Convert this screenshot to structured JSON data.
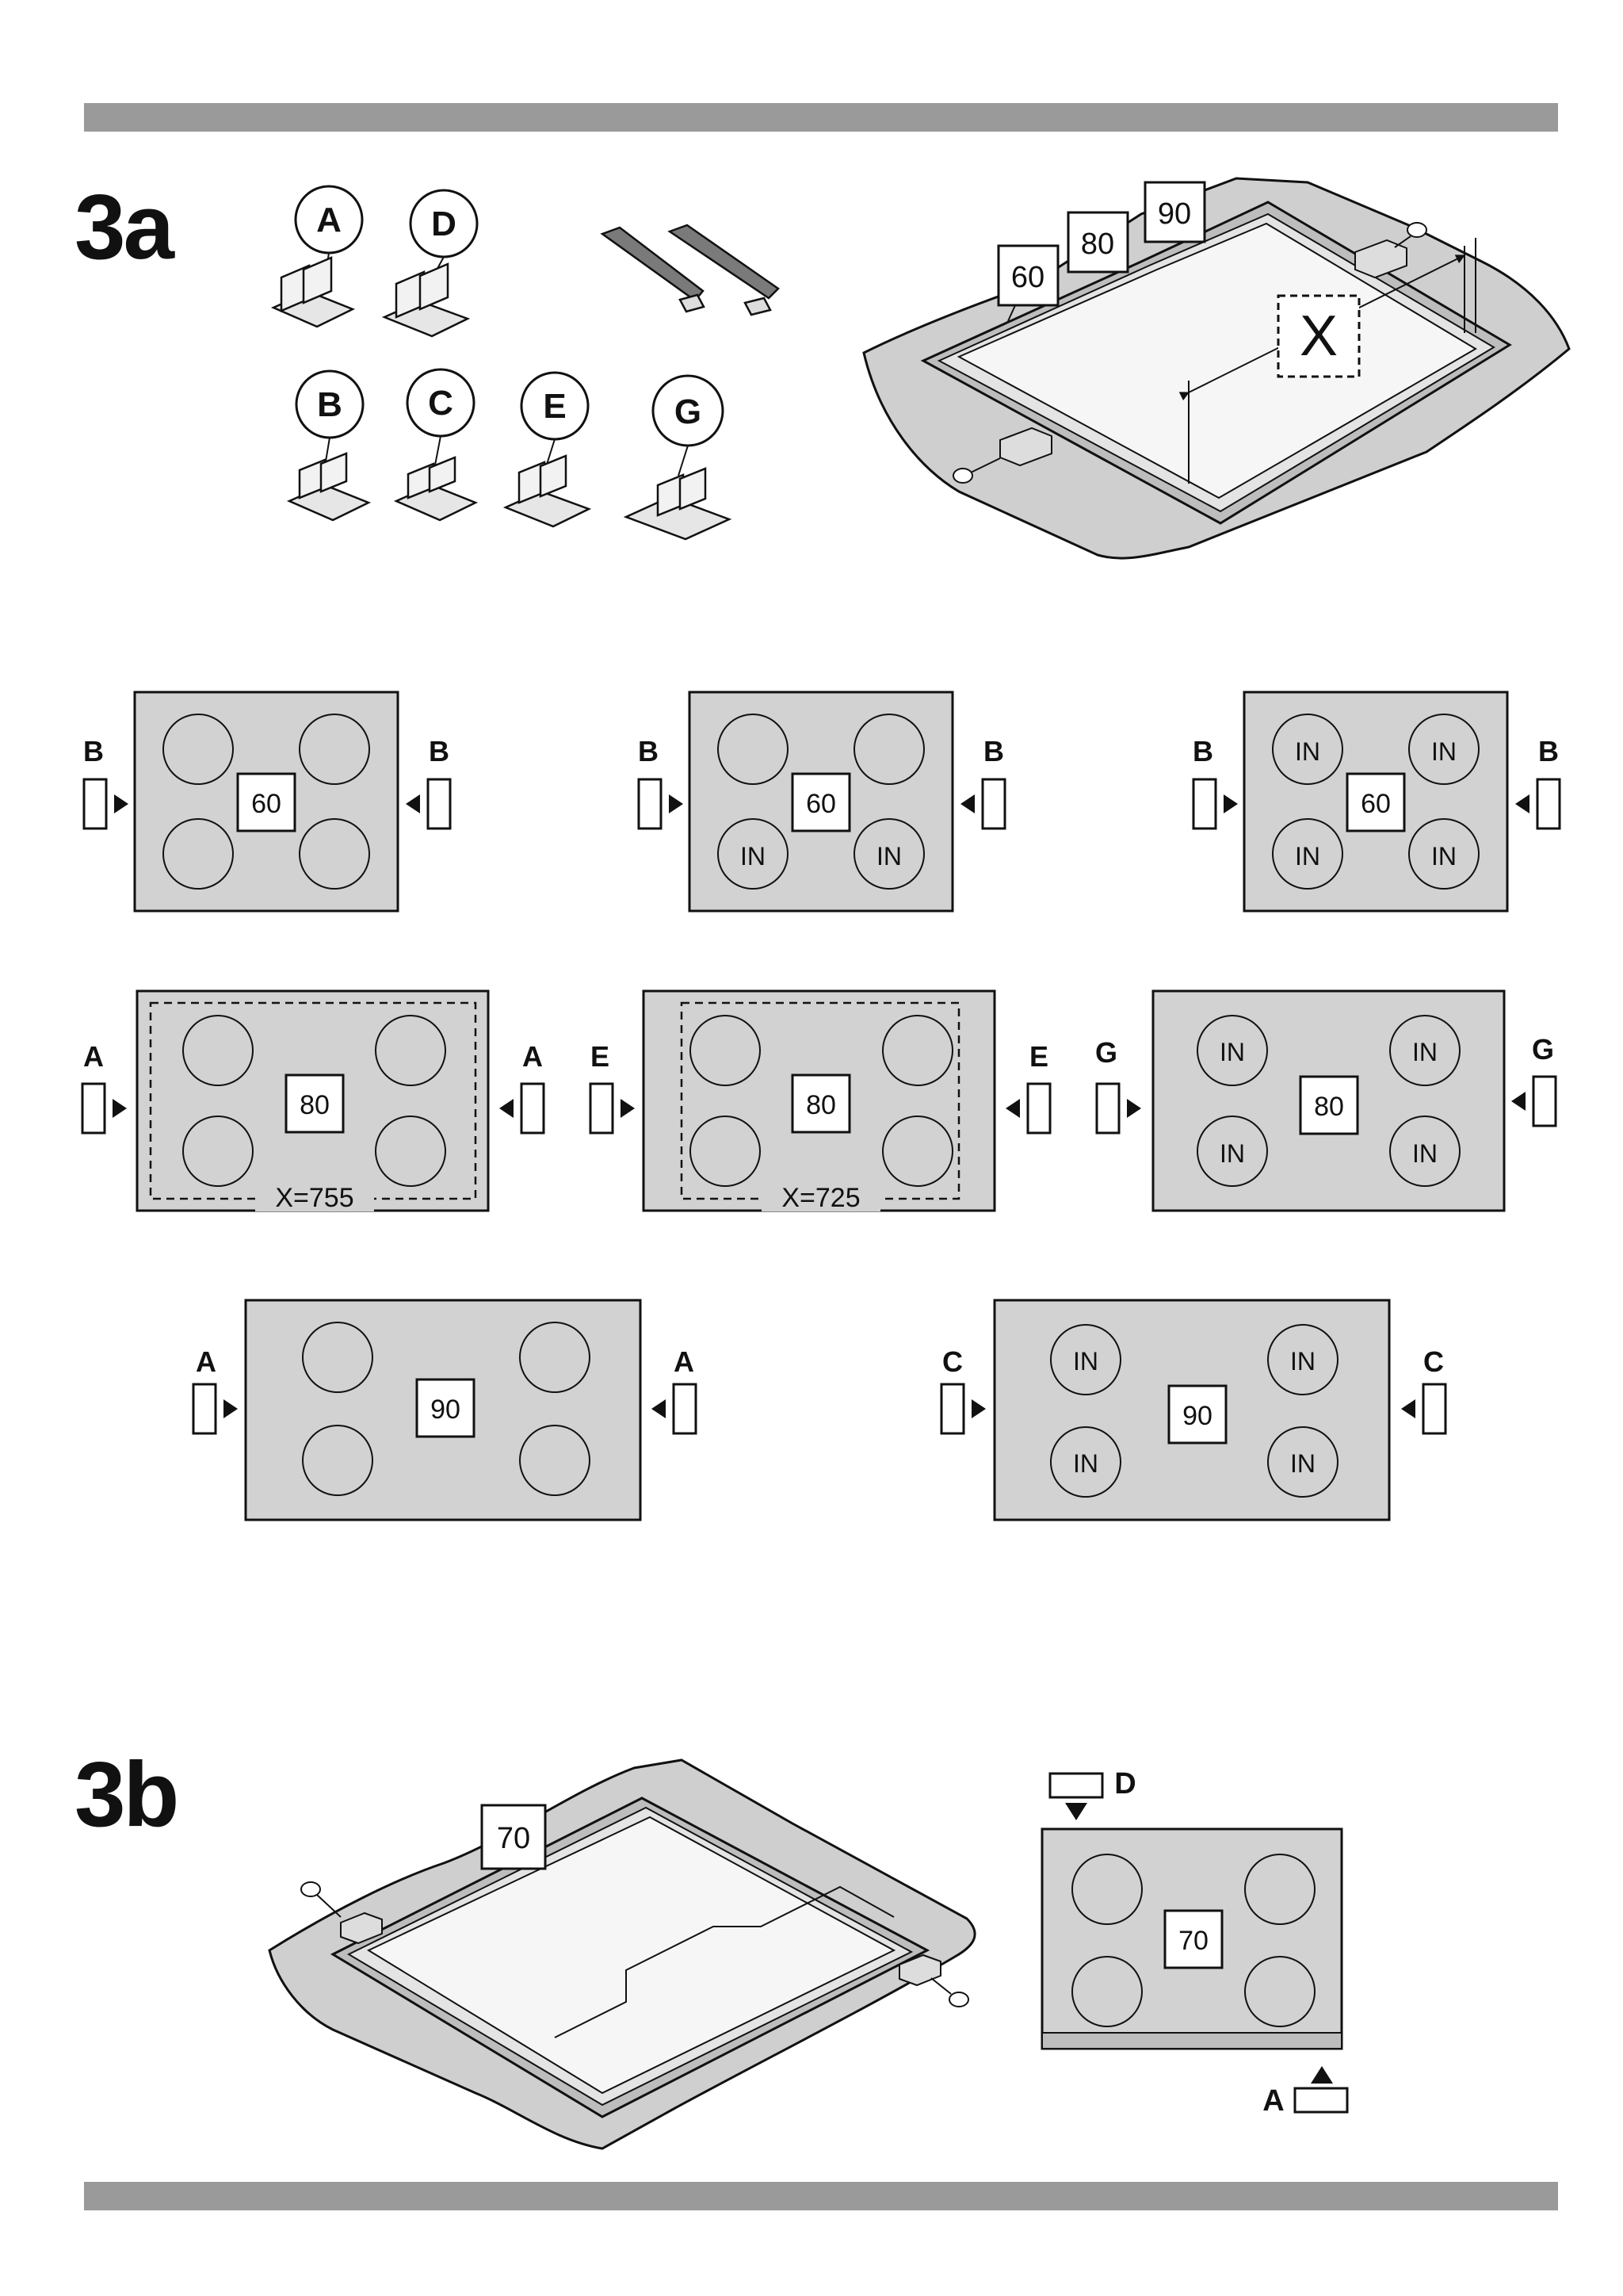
{
  "sections": {
    "a": {
      "label": "3a"
    },
    "b": {
      "label": "3b"
    }
  },
  "parts": [
    "A",
    "D",
    "B",
    "C",
    "E",
    "G"
  ],
  "iso_a": {
    "sizes": [
      "60",
      "80",
      "90"
    ],
    "marker": "X"
  },
  "iso_b": {
    "size": "70"
  },
  "induction_label": "IN",
  "hobs": [
    {
      "id": "h60-plain",
      "size": "60",
      "clips": [
        "B",
        "B"
      ]
    },
    {
      "id": "h60-mixed",
      "size": "60",
      "clips": [
        "B",
        "B"
      ]
    },
    {
      "id": "h60-induction",
      "size": "60",
      "clips": [
        "B",
        "B"
      ]
    },
    {
      "id": "h80-a",
      "size": "80",
      "clips": [
        "A",
        "A"
      ],
      "note": "X=755"
    },
    {
      "id": "h80-e",
      "size": "80",
      "clips": [
        "E",
        "E"
      ],
      "note": "X=725"
    },
    {
      "id": "h80-g",
      "size": "80",
      "clips": [
        "G",
        "G"
      ]
    },
    {
      "id": "h90-a",
      "size": "90",
      "clips": [
        "A",
        "A"
      ]
    },
    {
      "id": "h90-c",
      "size": "90",
      "clips": [
        "C",
        "C"
      ]
    },
    {
      "id": "h70",
      "size": "70",
      "clips": [
        "D",
        "A"
      ]
    }
  ]
}
